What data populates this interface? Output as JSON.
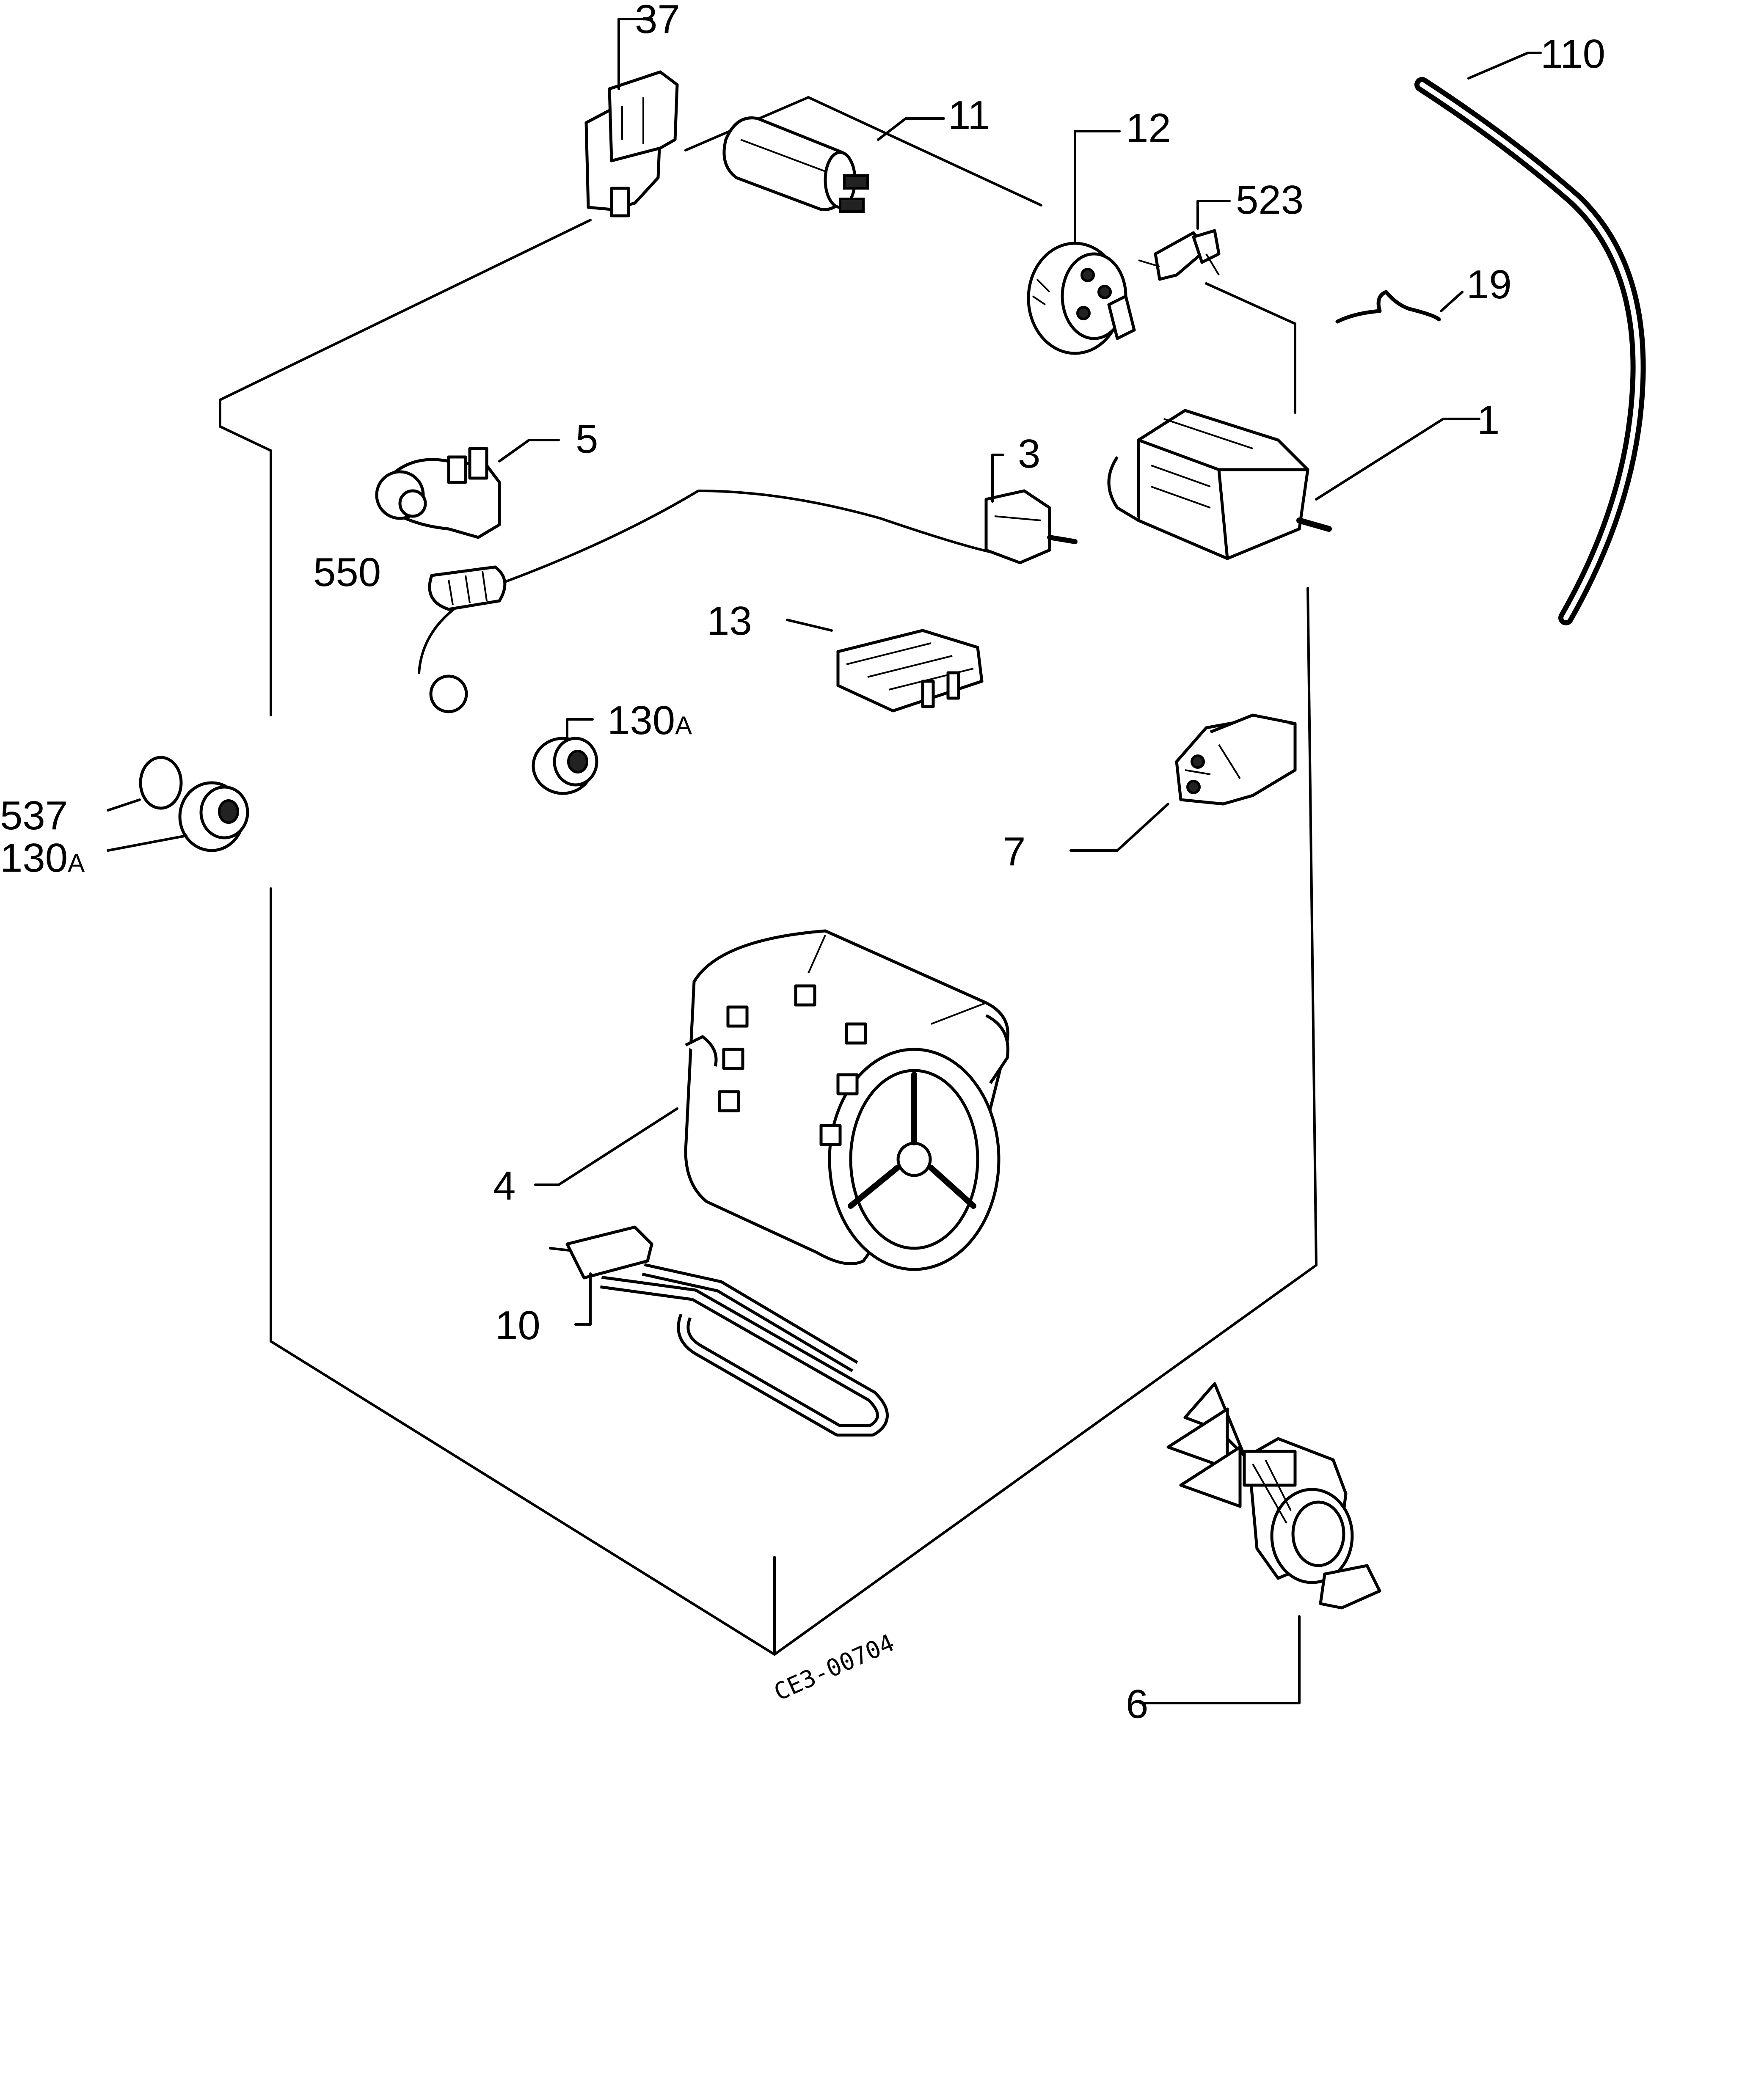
{
  "callouts": {
    "c37": {
      "num": "37",
      "suffix": ""
    },
    "c11": {
      "num": "11",
      "suffix": ""
    },
    "c12": {
      "num": "12",
      "suffix": ""
    },
    "c523": {
      "num": "523",
      "suffix": ""
    },
    "c110": {
      "num": "110",
      "suffix": ""
    },
    "c19": {
      "num": "19",
      "suffix": ""
    },
    "c1": {
      "num": "1",
      "suffix": ""
    },
    "c5": {
      "num": "5",
      "suffix": ""
    },
    "c3": {
      "num": "3",
      "suffix": ""
    },
    "c550": {
      "num": "550",
      "suffix": ""
    },
    "c13": {
      "num": "13",
      "suffix": ""
    },
    "c130a_inner": {
      "num": "130",
      "suffix": "A"
    },
    "c537": {
      "num": "537",
      "suffix": ""
    },
    "c130a_outer": {
      "num": "130",
      "suffix": "A"
    },
    "c7": {
      "num": "7",
      "suffix": ""
    },
    "c4": {
      "num": "4",
      "suffix": ""
    },
    "c10": {
      "num": "10",
      "suffix": ""
    },
    "c6": {
      "num": "6",
      "suffix": ""
    }
  },
  "drawing_code": "CE3-00704",
  "colors": {
    "ink": "#000000",
    "paper": "#ffffff"
  }
}
